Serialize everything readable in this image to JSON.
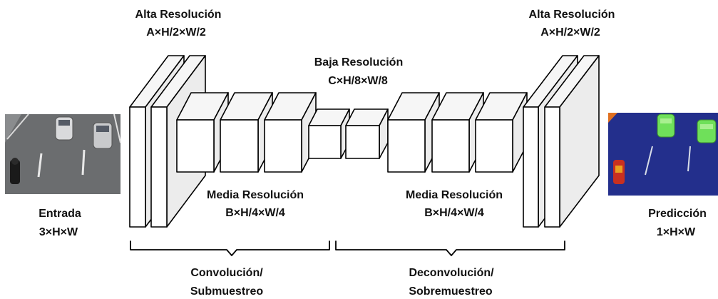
{
  "labels": {
    "high_res_left_title": "Alta Resolución",
    "high_res_left_dims": "A×H/2×W/2",
    "low_res_title": "Baja Resolución",
    "low_res_dims": "C×H/8×W/8",
    "high_res_right_title": "Alta Resolución",
    "high_res_right_dims": "A×H/2×W/2",
    "mid_res_left_title": "Media Resolución",
    "mid_res_left_dims": "B×H/4×W/4",
    "mid_res_right_title": "Media Resolución",
    "mid_res_right_dims": "B×H/4×W/4",
    "input_title": "Entrada",
    "input_dims": "3×H×W",
    "output_title": "Predicción",
    "output_dims": "1×H×W",
    "encoder_line1": "Convolución/",
    "encoder_line2": "Submuestreo",
    "decoder_line1": "Deconvolución/",
    "decoder_line2": "Sobremuestreo"
  },
  "colors": {
    "road": "#6b6d6f",
    "segmentation_background": "#232f8c",
    "segmentation_car": "#6fe05a",
    "segmentation_motorcycle": "#c83020",
    "segmentation_corner": "#e07020"
  }
}
